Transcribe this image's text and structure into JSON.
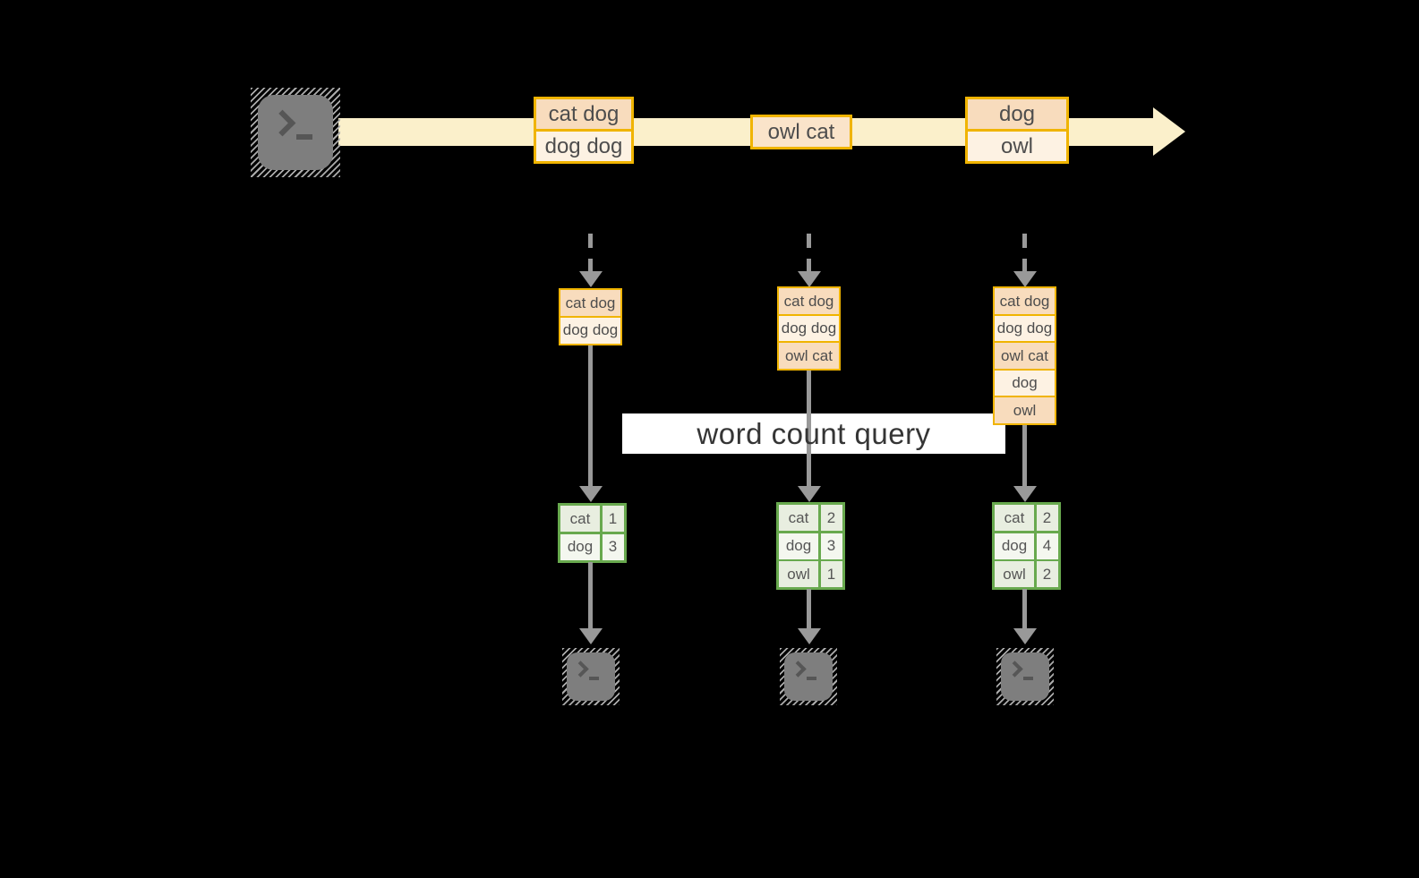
{
  "banner": {
    "label": "word count query"
  },
  "stream_batches": [
    {
      "rows": [
        "cat dog",
        "dog dog"
      ]
    },
    {
      "rows": [
        "owl cat"
      ]
    },
    {
      "rows": [
        "dog",
        "owl"
      ]
    }
  ],
  "snapshots": [
    {
      "input_rows": [
        "cat dog",
        "dog dog"
      ],
      "result_rows": [
        {
          "word": "cat",
          "count": "1"
        },
        {
          "word": "dog",
          "count": "3"
        }
      ]
    },
    {
      "input_rows": [
        "cat dog",
        "dog dog",
        "owl cat"
      ],
      "result_rows": [
        {
          "word": "cat",
          "count": "2"
        },
        {
          "word": "dog",
          "count": "3"
        },
        {
          "word": "owl",
          "count": "1"
        }
      ]
    },
    {
      "input_rows": [
        "cat dog",
        "dog dog",
        "owl cat",
        "dog",
        "owl"
      ],
      "result_rows": [
        {
          "word": "cat",
          "count": "2"
        },
        {
          "word": "dog",
          "count": "4"
        },
        {
          "word": "owl",
          "count": "2"
        }
      ]
    }
  ],
  "icons": {
    "source": "terminal-prompt-icon",
    "outputs": [
      "terminal-prompt-icon",
      "terminal-prompt-icon",
      "terminal-prompt-icon"
    ]
  },
  "colors": {
    "background": "#000000",
    "stream_band": "#fbf0cb",
    "box_border": "#f0b400",
    "box_fill_peach": "#f8dcbd",
    "box_fill_cream": "#fdf2e3",
    "table_border": "#68a94e",
    "table_fill_dark": "#e8eee0",
    "table_fill_light": "#f4f7ef",
    "arrow_gray": "#999999",
    "terminal_gray": "#7e7e7e",
    "banner_bg": "#ffffff"
  }
}
